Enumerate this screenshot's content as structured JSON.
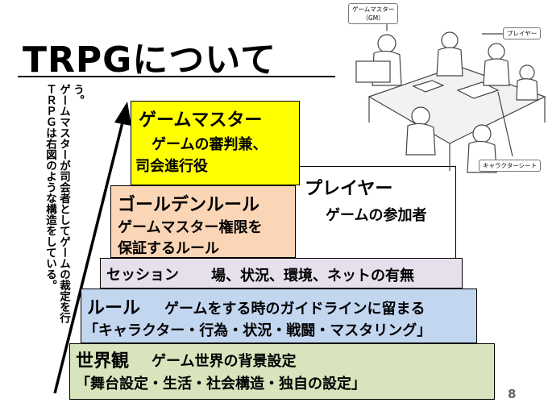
{
  "title": "TRPGについて",
  "vertical_text": [
    "ＴＲＰＧは右図のような構造をしている。",
    "ゲームマスターが司会者としてゲームの裁定を行",
    "う。"
  ],
  "layers": {
    "gm": {
      "title": "ゲームマスター",
      "line1": "ゲームの審判兼、",
      "line2": "司会進行役",
      "color": "#FFFF00"
    },
    "player": {
      "title": "プレイヤー",
      "desc": "ゲームの参加者",
      "color": "#FFFFFF"
    },
    "golden": {
      "title": "ゴールデンルール",
      "line1": "ゲームマスター権限を",
      "line2": "保証するルール",
      "color": "#FBD6B6"
    },
    "session": {
      "title": "セッション",
      "desc": "場、状況、環境、ネットの有無",
      "color": "#E5E0EB"
    },
    "rule": {
      "title": "ルール",
      "desc": "ゲームをする時のガイドラインに留まる",
      "list": "「キャラクター・行為・状況・戦闘・マスタリング」",
      "color": "#C3D6F0"
    },
    "world": {
      "title": "世界観",
      "desc": "ゲーム世界の背景設定",
      "list": "「舞台設定・生活・社会構造・独自の設定」",
      "color": "#D7E4BC"
    }
  },
  "illustration": {
    "gm_caption_1": "ゲームマスター",
    "gm_caption_2": "（GM）",
    "player_caption": "プレイヤー",
    "sheet_caption": "キャラクターシート"
  },
  "page_number": "8"
}
